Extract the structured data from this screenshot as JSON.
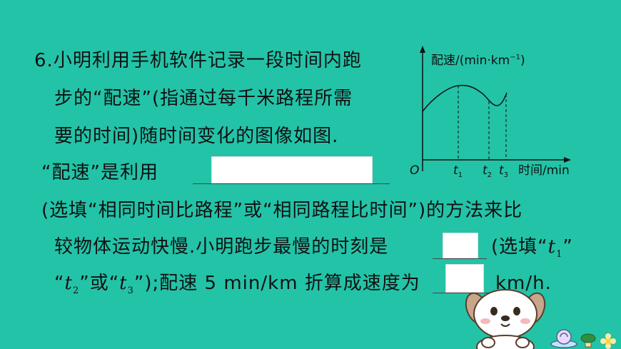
{
  "question": {
    "number": "6.",
    "line1": "小明利用手机软件记录一段时间内跑",
    "line2": "步的“配速”(指通过每千米路程所需",
    "line3": "要的时间)随时间变化的图像如图.",
    "line4_pre": "“配速”是利用",
    "line5": "(选填“相同时间比路程”或“相同路程比时间”)的方法来比",
    "line6_pre": "较物体运动快慢.小明跑步最慢的时刻是",
    "line6_post": "(选填“",
    "line6_end": "”",
    "line7_open": "“",
    "line7_mid": "”或“",
    "line7_close": "”);配速 5 min/km 折算成速度为",
    "unit": "km/h."
  },
  "vars": {
    "t": "t",
    "t1": "1",
    "t2": "2",
    "t3": "3"
  },
  "graph": {
    "ylabel": "配速/(min·km",
    "ylabel_exp": "−1",
    "ylabel_close": ")",
    "xlabel": "时间/min",
    "origin": "O",
    "t1": "t",
    "t1_sub": "1",
    "t2": "t",
    "t2_sub": "2",
    "t3": "t",
    "t3_sub": "3"
  },
  "colors": {
    "background": "#23c3a8",
    "blank": "#ffffff"
  }
}
